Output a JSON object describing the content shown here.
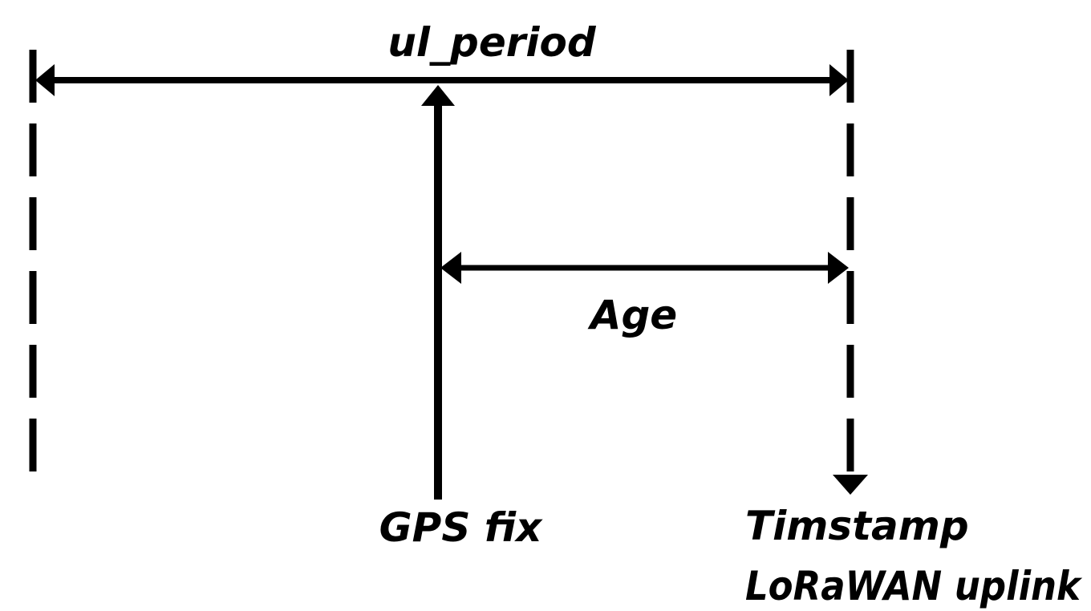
{
  "labels": {
    "ul_period": "ul_period",
    "age": "Age",
    "gps_fix": "GPS fix",
    "timestamp_line1": "Timstamp",
    "timestamp_line2": "LoRaWAN uplink"
  },
  "colors": {
    "stroke": "#000000",
    "background": "#ffffff"
  }
}
